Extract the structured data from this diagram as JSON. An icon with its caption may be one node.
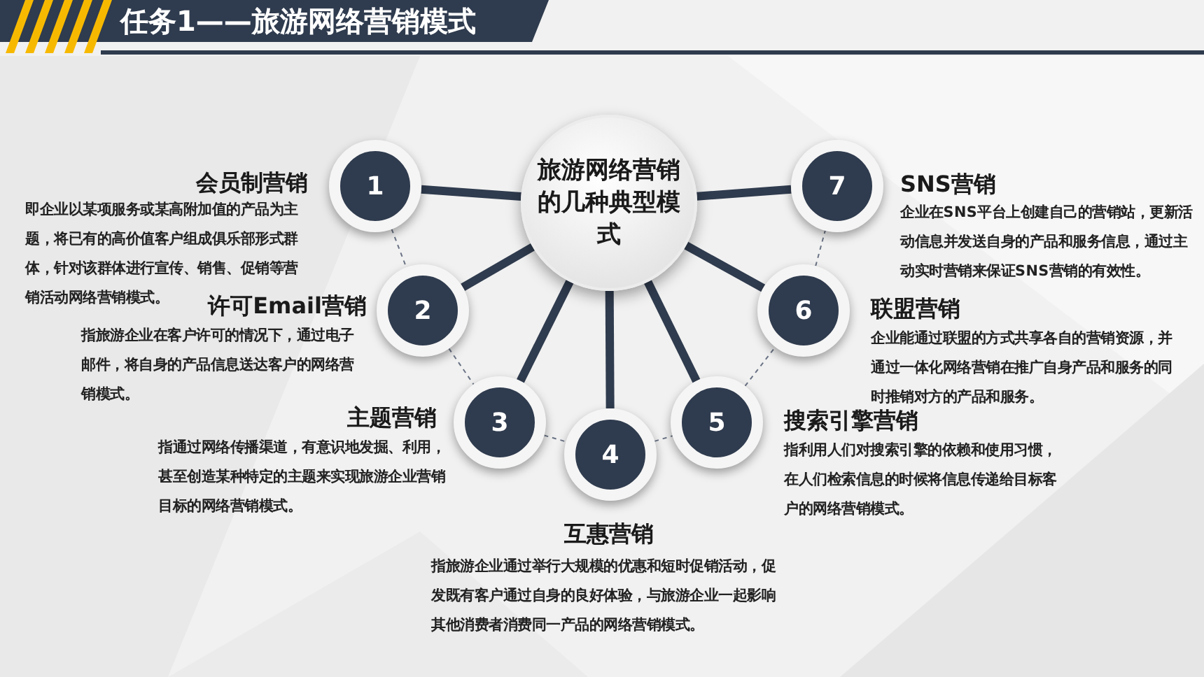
{
  "diagram": {
    "title": "任务1——旅游网络营销模式",
    "nodes": [
      {
        "text": [
          "旅游网络营销的几种典型模式"
        ]
      },
      {
        "text": [
          "1"
        ],
        "beside": [
          "会员制营销",
          "即企业以某项服务或某高附加值的产品为主题，将已有的高价值客户组成俱乐部形式群体，针对该群体进行宣传、销售、促销等营销活动网络营销模式。"
        ]
      },
      {
        "text": [
          "2"
        ],
        "beside": [
          "许可Email营销",
          "指旅游企业在客户许可的情况下，通过电子邮件，将自身的产品信息送达客户的网络营销模式。"
        ]
      },
      {
        "text": [
          "3"
        ],
        "beside": [
          "主题营销",
          "指通过网络传播渠道，有意识地发掘、利用，甚至创造某种特定的主题来实现旅游企业营销目标的网络营销模式。"
        ]
      },
      {
        "text": [
          "4"
        ],
        "beside": [
          "互惠营销",
          "指旅游企业通过举行大规模的优惠和短时促销活动，促发既有客户通过自身的良好体验，与旅游企业一起影响其他消费者消费同一产品的网络营销模式。"
        ]
      },
      {
        "text": [
          "5"
        ],
        "beside": [
          "搜索引擎营销",
          "指利用人们对搜索引擎的依赖和使用习惯，在人们检索信息的时候将信息传递给目标客户的网络营销模式。"
        ]
      },
      {
        "text": [
          "6"
        ],
        "beside": [
          "联盟营销",
          "企业能通过联盟的方式共享各自的营销资源，并通过一体化网络营销在推广自身产品和服务的同时推销对方的产品和服务。"
        ]
      },
      {
        "text": [
          "7"
        ],
        "beside": [
          "SNS营销",
          "企业在SNS平台上创建自己的营销站，更新活动信息并发送自身的产品和服务信息，通过主动实时营销来保证SNS营销的有效性。"
        ]
      }
    ],
    "edges": [
      {
        "from": 0,
        "to": 1,
        "arrow": "none"
      },
      {
        "from": 0,
        "to": 2,
        "arrow": "none"
      },
      {
        "from": 0,
        "to": 3,
        "arrow": "none"
      },
      {
        "from": 0,
        "to": 4,
        "arrow": "none"
      },
      {
        "from": 0,
        "to": 5,
        "arrow": "none"
      },
      {
        "from": 0,
        "to": 6,
        "arrow": "none"
      },
      {
        "from": 0,
        "to": 7,
        "arrow": "none"
      },
      {
        "from": 1,
        "to": 2,
        "arrow": "none",
        "style": "dashed"
      },
      {
        "from": 2,
        "to": 3,
        "arrow": "none",
        "style": "dashed"
      },
      {
        "from": 3,
        "to": 4,
        "arrow": "none",
        "style": "dashed"
      },
      {
        "from": 4,
        "to": 5,
        "arrow": "none",
        "style": "dashed"
      },
      {
        "from": 5,
        "to": 6,
        "arrow": "none",
        "style": "dashed"
      },
      {
        "from": 6,
        "to": 7,
        "arrow": "none",
        "style": "dashed"
      }
    ]
  }
}
